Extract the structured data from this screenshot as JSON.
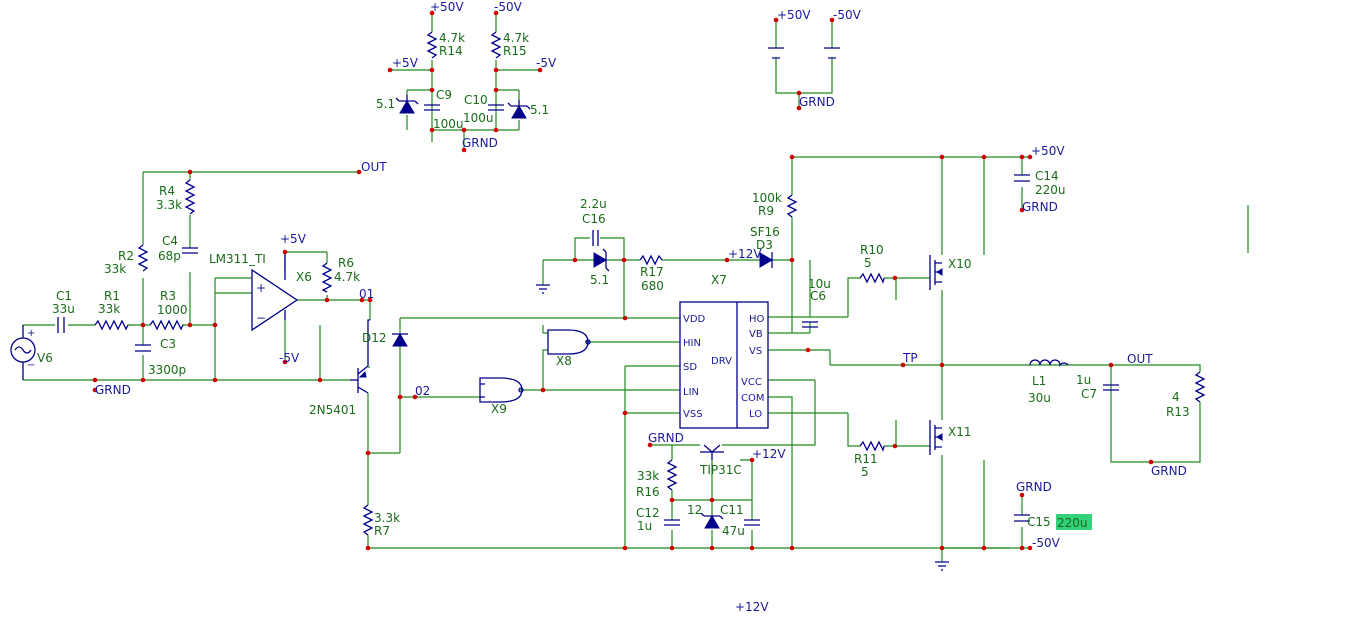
{
  "labels": {
    "p50_r14": "+50V",
    "m50_r15": "-50V",
    "r14_val": "4.7k",
    "r14_ref": "R14",
    "r15_val": "4.7k",
    "r15_ref": "R15",
    "p5_left": "+5V",
    "m5_right": "-5V",
    "c9_ref": "C9",
    "c9_val": "100u",
    "c10_ref": "C10",
    "c10_val": "100u",
    "z_left": "5.1",
    "z_right": "5.1",
    "grnd_top": "GRND",
    "bat_p50": "+50V",
    "bat_m50": "-50V",
    "grnd_bat": "GRND",
    "out_top": "OUT",
    "r4_ref": "R4",
    "r4_val": "3.3k",
    "c4_ref": "C4",
    "c4_val": "68p",
    "r2_ref": "R2",
    "r2_val": "33k",
    "lm311": "LM311_TI",
    "op_p5": "+5V",
    "op_m5": "-5V",
    "x6": "X6",
    "r6_ref": "R6",
    "r6_val": "4.7k",
    "n01": "01",
    "c1_ref": "C1",
    "c1_val": "33u",
    "r1_ref": "R1",
    "r1_val": "33k",
    "r3_ref": "R3",
    "r3_val": "1000",
    "c3_ref": "C3",
    "c3_val": "3300p",
    "v6": "V6",
    "grnd_v6": "GRND",
    "d12": "D12",
    "q_2n5401": "2N5401",
    "n02": "02",
    "x9": "X9",
    "x8": "X8",
    "r7_val": "3.3k",
    "r7_ref": "R7",
    "c16_val": "2.2u",
    "c16_ref": "C16",
    "z51": "5.1",
    "r17_ref": "R17",
    "r17_val": "680",
    "x7": "X7",
    "p12_d3": "+12V",
    "sf16": "SF16",
    "d3": "D3",
    "r9_val": "100k",
    "r9_ref": "R9",
    "c6_val": "10u",
    "c6_ref": "C6",
    "r10_ref": "R10",
    "r10_val": "5",
    "x10": "X10",
    "r11_ref": "R11",
    "r11_val": "5",
    "x11": "X11",
    "pin_vdd": "VDD",
    "pin_hin": "HIN",
    "pin_sd": "SD",
    "pin_lin": "LIN",
    "pin_vss": "VSS",
    "pin_ho": "HO",
    "pin_vb": "VB",
    "pin_vs": "VS",
    "pin_vcc": "VCC",
    "pin_com": "COM",
    "pin_lo": "LO",
    "drv": "DRV",
    "grnd_tip": "GRND",
    "tip31c": "TIP31C",
    "p12_tip": "+12V",
    "r16_val": "33k",
    "r16_ref": "R16",
    "c12_ref": "C12",
    "c12_val": "1u",
    "z12": "12",
    "c11_ref": "C11",
    "c11_val": "47u",
    "p50_c14": "+50V",
    "c14_ref": "C14",
    "c14_val": "220u",
    "grnd_c14": "GRND",
    "tp": "TP",
    "l1_ref": "L1",
    "l1_val": "30u",
    "c7_val": "1u",
    "c7_ref": "C7",
    "out_right": "OUT",
    "r13_val": "4",
    "r13_ref": "R13",
    "grnd_r13": "GRND",
    "grnd_c15": "GRND",
    "c15_ref": "C15",
    "c15_val": "220u",
    "m50_bottom": "-50V",
    "p12_bottom": "+12V"
  }
}
